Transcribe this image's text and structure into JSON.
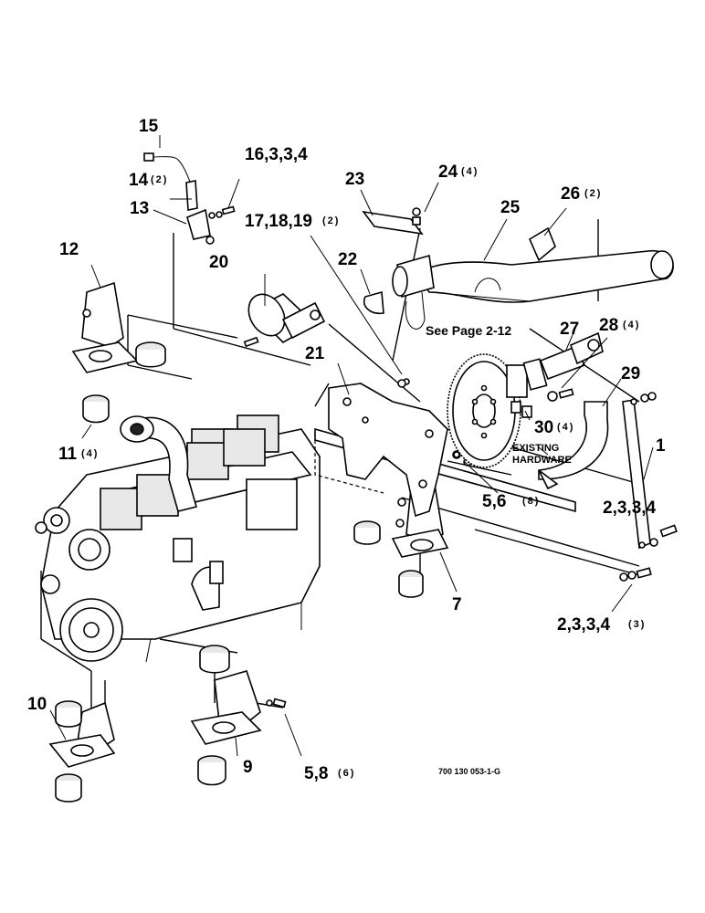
{
  "callouts": {
    "c1": "1",
    "c2334": "2,3,3,4",
    "c2334q": "2,3,3,4",
    "c2334q_qty": "(3)",
    "c56": "5,6",
    "c56_qty": "(8)",
    "c58": "5,8",
    "c58_qty": "(6)",
    "c7": "7",
    "c9": "9",
    "c10": "10",
    "c11": "11",
    "c11_qty": "(4)",
    "c12": "12",
    "c13": "13",
    "c14": "14",
    "c14_qty": "(2)",
    "c15": "15",
    "c16334": "16,3,3,4",
    "c171819": "17,18,19",
    "c171819_qty": "(2)",
    "c20": "20",
    "c21": "21",
    "c22": "22",
    "c23": "23",
    "c24": "24",
    "c24_qty": "(4)",
    "c25": "25",
    "c26": "26",
    "c26_qty": "(2)",
    "c27": "27",
    "c28": "28",
    "c28_qty": "(4)",
    "c29": "29",
    "c30": "30",
    "c30_qty": "(4)"
  },
  "notes": {
    "see_page": "See Page 2-12",
    "existing_line1": "EXISTING",
    "existing_line2": "HARDWARE"
  },
  "figure_number": "700 130 053-1-G"
}
